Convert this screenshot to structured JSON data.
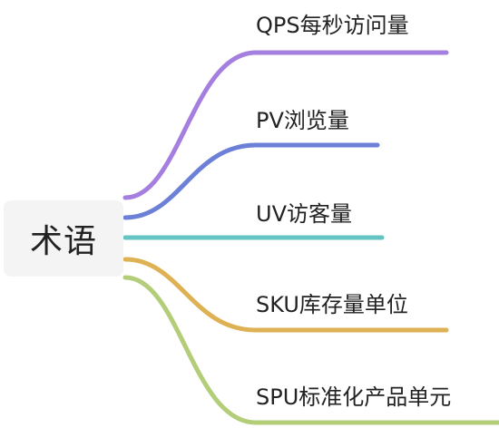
{
  "root": {
    "label": "术语",
    "icon": "none"
  },
  "branches": [
    {
      "label": "QPS每秒访问量",
      "color": "#A57FE0"
    },
    {
      "label": "PV浏览量",
      "color": "#6B80D6"
    },
    {
      "label": "UV访客量",
      "color": "#64C3C3"
    },
    {
      "label": "SKU库存量单位",
      "color": "#DEB254"
    },
    {
      "label": "SPU标准化产品单元",
      "color": "#B3CD79"
    }
  ]
}
